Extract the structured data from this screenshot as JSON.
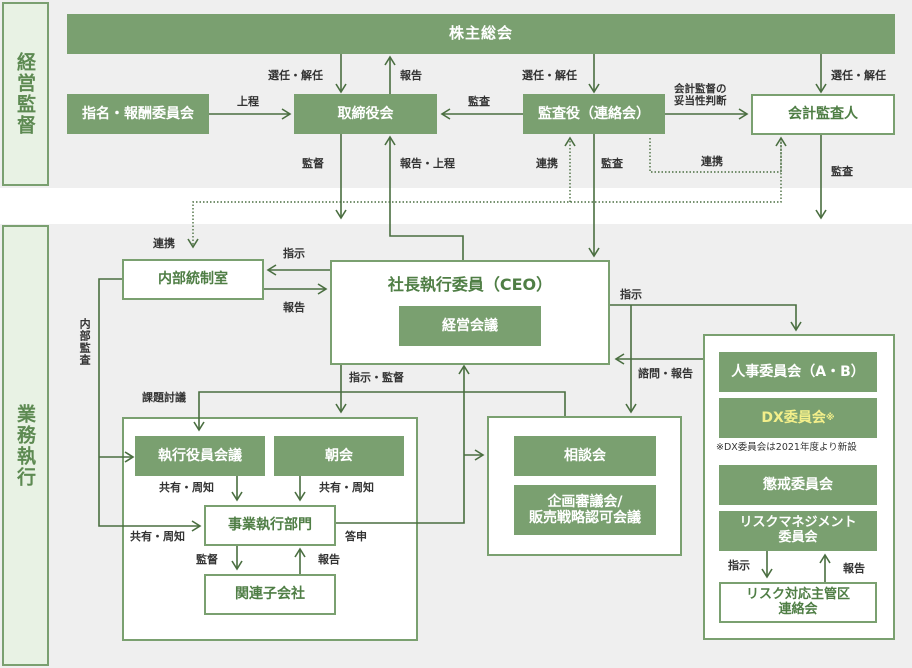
{
  "sections": {
    "governance": "経営監督",
    "execution": "業務執行"
  },
  "boxes": {
    "shareholders": "株主総会",
    "nomination": "指名・報酬委員会",
    "board": "取締役会",
    "auditors": "監査役（連絡会）",
    "accounting_auditor": "会計監査人",
    "internal_control": "内部統制室",
    "ceo": "社長執行委員（CEO）",
    "management_meeting": "経営会議",
    "exec_officers": "執行役員会議",
    "morning": "朝会",
    "business_div": "事業執行部門",
    "affiliates": "関連子会社",
    "consultation": "相談会",
    "planning": "企画審議会/\n販売戦略認可会議",
    "hr": "人事委員会（A・B）",
    "dx": "DX委員会",
    "dx_mark": "※",
    "dx_note": "※DX委員会は2021年度より新設",
    "discipline": "懲戒委員会",
    "risk_mgmt": "リスクマネジメント\n委員会",
    "risk_liaison": "リスク対応主管区\n連絡会"
  },
  "labels": {
    "appoint1": "選任・解任",
    "report1": "報告",
    "submit": "上程",
    "audit1": "監査",
    "appoint2": "選任・解任",
    "acc_judgement": "会計監督の\n妥当性判断",
    "appoint3": "選任・解任",
    "supervise1": "監督",
    "report_submit": "報告・上程",
    "coop1": "連携",
    "audit2": "監査",
    "coop2": "連携",
    "audit3": "監査",
    "coop3": "連携",
    "instruct1": "指示",
    "report2": "報告",
    "internal_audit": "内部監査",
    "instruct2": "指示",
    "consult_report": "諮問・報告",
    "instruct_supervise": "指示・監督",
    "issue_discussion": "課題討議",
    "share1": "共有・周知",
    "share2": "共有・周知",
    "share3": "共有・周知",
    "reply": "答申",
    "supervise2": "監督",
    "report3": "報告",
    "instruct3": "指示",
    "report4": "報告"
  },
  "colors": {
    "green": "#7aa070",
    "dark_line": "#4a6e40",
    "band": "#efefef",
    "side_bg": "#e8f2e4",
    "dx_text": "#f3ef8a"
  }
}
